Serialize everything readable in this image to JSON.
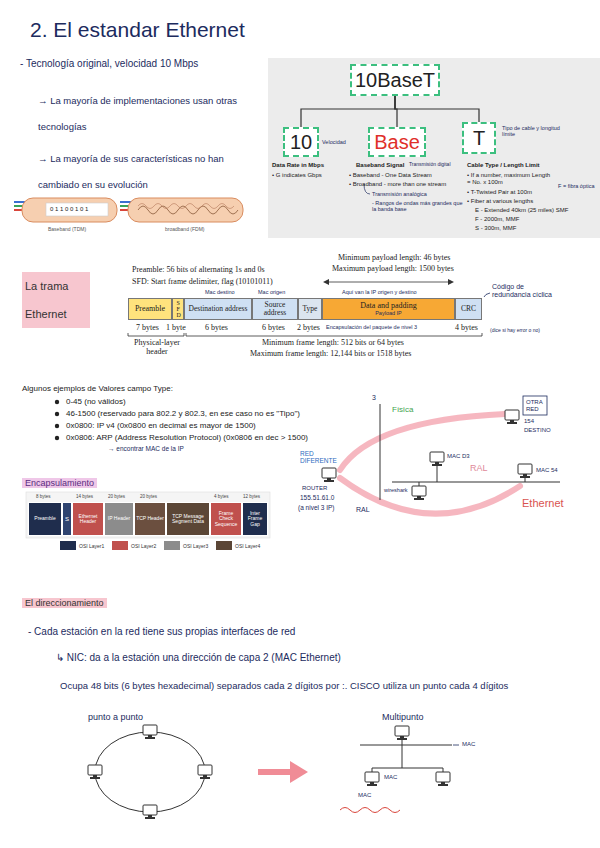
{
  "diagram": {
    "title": "2. El estandar Ethernet",
    "nodes": [
      {
        "text": [
          "10BaseT"
        ]
      },
      {
        "text": [
          "10"
        ]
      },
      {
        "text": [
          "Base"
        ]
      },
      {
        "text": [
          "T"
        ]
      },
      {
        "text": [
          "Preamble"
        ]
      },
      {
        "text": [
          "SFD"
        ]
      },
      {
        "text": [
          "Destination address"
        ]
      },
      {
        "text": [
          "Source address"
        ]
      },
      {
        "text": [
          "Type"
        ]
      },
      {
        "text": [
          "Data and padding",
          "Payload IP"
        ]
      },
      {
        "text": [
          "CRC"
        ]
      },
      {
        "text": [
          "Preamble"
        ]
      },
      {
        "text": [
          "S"
        ]
      },
      {
        "text": [
          "Ethernet Header"
        ]
      },
      {
        "text": [
          "IP Header"
        ]
      },
      {
        "text": [
          "TCP Header"
        ]
      },
      {
        "text": [
          "TCP Message Segment Data"
        ]
      },
      {
        "text": [
          "Frame Check Sequence"
        ]
      },
      {
        "text": [
          "Inter Frame Gap"
        ]
      }
    ],
    "edges": [
      {
        "from": 0,
        "to": 1,
        "arrow": "none"
      },
      {
        "from": 0,
        "to": 2,
        "arrow": "none"
      },
      {
        "from": 0,
        "to": 3,
        "arrow": "none"
      }
    ],
    "labels": [
      "- Tecnología original, velocidad 10 Mbps",
      "→ La mayoría de implementaciones usan otras tecnologías",
      "→ La mayoría de sus características no han cambiado en su evolución",
      "0 1 1 0 0 1 0 1",
      "Baseband (TDM)",
      "broadband (FDM)",
      "Velocidad",
      "Data Rate in Mbps",
      "• G indicates Gbps",
      "Baseband Signal",
      "• Baseband - One Data Stream",
      "• Broadband - more than one stream",
      "Transmisión digital",
      "Transmisión analógica",
      "- Rangos de ondas más grandes que la banda base",
      "Cable Type / Length Limit",
      "• If a number, maximum Length = No. x 100m",
      "• T-Twisted Pair at 100m",
      "• Fiber at various lengths",
      "E - Extended 40km (25 miles) SMF",
      "F - 2000m, MMF",
      "S - 300m, MMF",
      "Tipo de cable y longitud límite",
      "F = fibra óptica",
      "La trama Ethernet",
      "Preamble: 56 bits of alternating 1s and 0s",
      "SFD: Start frame delimiter, flag (10101011)",
      "Minimum payload length: 46 bytes",
      "Maximum payload length: 1500 bytes",
      "Mac destino",
      "Mac origen",
      "Aquí van la IP origen y destino",
      "7 bytes",
      "1 byte",
      "6 bytes",
      "6 bytes",
      "2 bytes",
      "Encapsulación del paquete de nivel 3",
      "4 bytes",
      "Physical-layer header",
      "Minimum frame length: 512 bits or 64 bytes",
      "Maximum frame length: 12,144 bits or 1518 bytes",
      "Código de redundancia cíclica",
      "(dice si hay error o no)",
      "Algunos ejemplos de Valores campo Type:",
      "0-45 (no válidos)",
      "46-1500 (reservado para 802.2 y 802.3, en ese caso no es \"Tipo\")",
      "0x0800: IP v4 (0x0800 en decimal es mayor de 1500)",
      "0x0806: ARP (Address Resolution Protocol) (0x0806 en dec > 1500)",
      "→ encontrar MAC de la IP",
      "3",
      "OTRA RED",
      "154",
      "DESTINO",
      "Física",
      "MAC D3",
      "RAL",
      "MAC 54",
      "RED DIFERENTE",
      "ROUTER",
      "155.51.61.0",
      "(a nivel 3 IP)",
      "wireshark",
      "RAL",
      "Ethernet",
      "Encapsulamiento",
      "8 bytes",
      "14 bytes",
      "20 bytes",
      "20 bytes",
      "4 bytes",
      "12 bytes",
      "El direccionamiento",
      "- Cada estación en la red tiene sus propias interfaces de red",
      "↳ NIC: da a la estación una dirección de capa 2 (MAC Ethernet)",
      "Ocupa 48 bits (6 bytes hexadecimal) separados cada 2 dígitos por :. CISCO utiliza un punto cada 4 dígitos",
      "punto a punto",
      "Multipunto",
      "MAC",
      "MAC",
      "MAC"
    ],
    "legend": [
      {
        "text": "OSI Layer1",
        "color": "#1f2d4d"
      },
      {
        "text": "OSI Layer2",
        "color": "#c0504d"
      },
      {
        "text": "OSI Layer3",
        "color": "#8c8c8c"
      },
      {
        "text": "OSI Layer4",
        "color": "#5b4636"
      }
    ]
  }
}
